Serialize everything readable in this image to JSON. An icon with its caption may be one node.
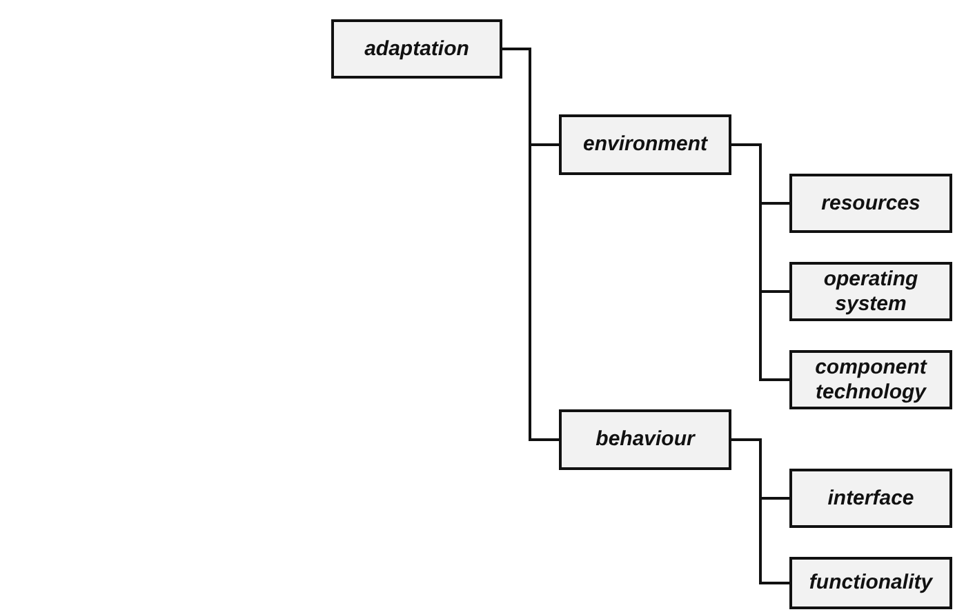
{
  "diagram": {
    "nodes": [
      {
        "text": [
          "adaptation"
        ]
      },
      {
        "text": [
          "environment"
        ]
      },
      {
        "text": [
          "resources"
        ]
      },
      {
        "text": [
          "operating system"
        ]
      },
      {
        "text": [
          "component technology"
        ]
      },
      {
        "text": [
          "behaviour"
        ]
      },
      {
        "text": [
          "interface"
        ]
      },
      {
        "text": [
          "functionality"
        ]
      }
    ],
    "edges": [
      {
        "from": 0,
        "to": 1,
        "arrow": "none"
      },
      {
        "from": 0,
        "to": 5,
        "arrow": "none"
      },
      {
        "from": 1,
        "to": 2,
        "arrow": "none"
      },
      {
        "from": 1,
        "to": 3,
        "arrow": "none"
      },
      {
        "from": 1,
        "to": 4,
        "arrow": "none"
      },
      {
        "from": 5,
        "to": 6,
        "arrow": "none"
      },
      {
        "from": 5,
        "to": 7,
        "arrow": "none"
      }
    ]
  }
}
